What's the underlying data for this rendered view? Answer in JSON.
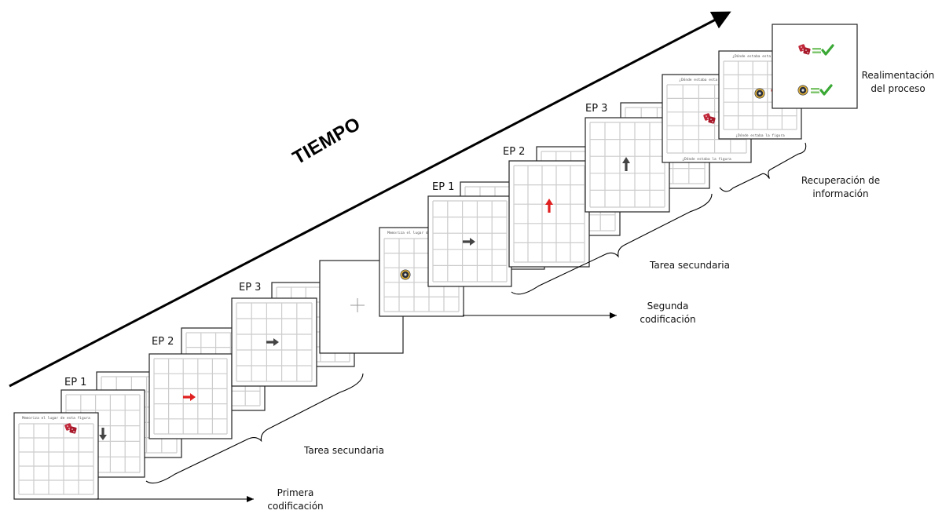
{
  "title": "TIEMPO",
  "episode_labels": [
    "EP 1",
    "EP 2",
    "EP 3"
  ],
  "phases": {
    "primera_codificacion": [
      "Primera",
      "codificación"
    ],
    "tarea_secundaria": "Tarea secundaria",
    "segunda_codificacion": [
      "Segunda",
      "codificación"
    ],
    "recuperacion": [
      "Recuperación de",
      "información"
    ],
    "realimentacion": [
      "Realimentación",
      "del proceso"
    ]
  },
  "card_captions": {
    "memorize": "Memoriza el lugar de esta figura",
    "where": "¿Dónde estaba esta figura?",
    "bottom": "¿Dónde estaba la figura"
  },
  "arrow_directions": {
    "first_block": [
      "down",
      "right",
      "right"
    ],
    "second_block": [
      "right",
      "up",
      "up"
    ]
  },
  "colors": {
    "grid_line": "#cccccc",
    "card_border": "#222222",
    "arrow_dark": "#444444",
    "arrow_red": "#e02020",
    "question_mark": "#e06060",
    "check_green": "#3aa835",
    "equals_green": "#7cc46a",
    "figure_red": "#c0283a"
  },
  "icons": [
    "dice-icon",
    "cd-icon",
    "question-mark-icon",
    "check-icon",
    "equals-icon",
    "fixation-cross-icon"
  ]
}
